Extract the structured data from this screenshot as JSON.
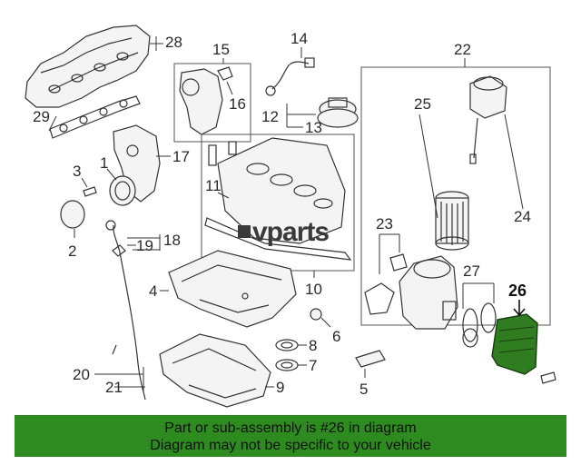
{
  "callouts": [
    {
      "id": "c1",
      "text": "1"
    },
    {
      "id": "c2",
      "text": "2"
    },
    {
      "id": "c3",
      "text": "3"
    },
    {
      "id": "c4",
      "text": "4"
    },
    {
      "id": "c5",
      "text": "5"
    },
    {
      "id": "c6",
      "text": "6"
    },
    {
      "id": "c7",
      "text": "7"
    },
    {
      "id": "c8",
      "text": "8"
    },
    {
      "id": "c9",
      "text": "9"
    },
    {
      "id": "c10",
      "text": "10"
    },
    {
      "id": "c11",
      "text": "11"
    },
    {
      "id": "c12",
      "text": "12"
    },
    {
      "id": "c13",
      "text": "13"
    },
    {
      "id": "c14",
      "text": "14"
    },
    {
      "id": "c15",
      "text": "15"
    },
    {
      "id": "c16",
      "text": "16"
    },
    {
      "id": "c17",
      "text": "17"
    },
    {
      "id": "c18",
      "text": "18"
    },
    {
      "id": "c19",
      "text": "19"
    },
    {
      "id": "c20",
      "text": "20"
    },
    {
      "id": "c21",
      "text": "21"
    },
    {
      "id": "c22",
      "text": "22"
    },
    {
      "id": "c23",
      "text": "23"
    },
    {
      "id": "c24",
      "text": "24"
    },
    {
      "id": "c25",
      "text": "25"
    },
    {
      "id": "c26",
      "text": "26"
    },
    {
      "id": "c27",
      "text": "27"
    },
    {
      "id": "c28",
      "text": "28"
    },
    {
      "id": "c29",
      "text": "29"
    }
  ],
  "highlighted_part": "26",
  "watermark": "vparts",
  "banner": {
    "line1": "Part or sub-assembly is #26 in diagram",
    "line2": "Diagram may not be specific to your vehicle"
  },
  "colors": {
    "banner_bg": "#2e8b1f",
    "highlight_part": "#2f7d20",
    "line": "#333333"
  }
}
